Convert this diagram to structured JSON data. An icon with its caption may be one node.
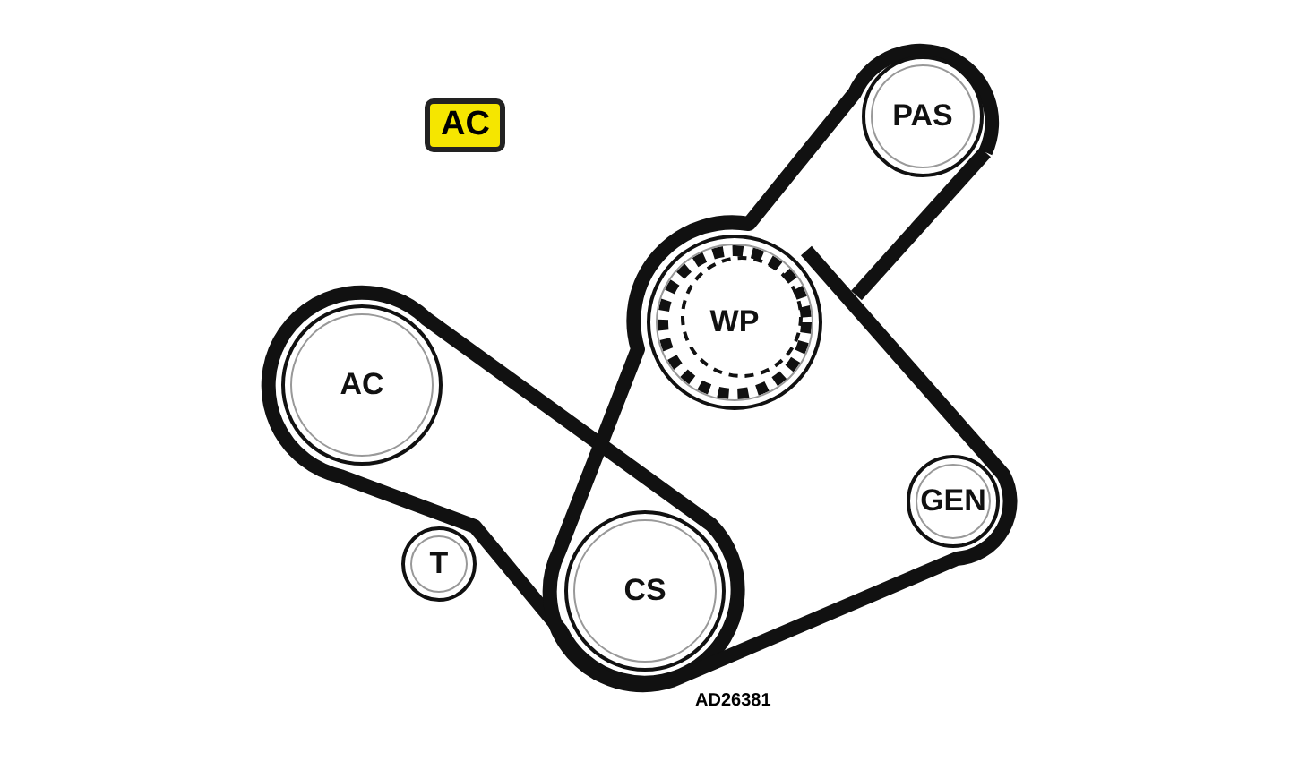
{
  "diagram": {
    "nodes": [
      {
        "text": [
          "AC"
        ]
      },
      {
        "text": [
          "AC"
        ]
      },
      {
        "text": [
          "T"
        ]
      },
      {
        "text": [
          "CS"
        ]
      },
      {
        "text": [
          "WP"
        ]
      },
      {
        "text": [
          "PAS"
        ]
      },
      {
        "text": [
          "GEN"
        ]
      }
    ],
    "labels": [
      "AD26381"
    ]
  }
}
